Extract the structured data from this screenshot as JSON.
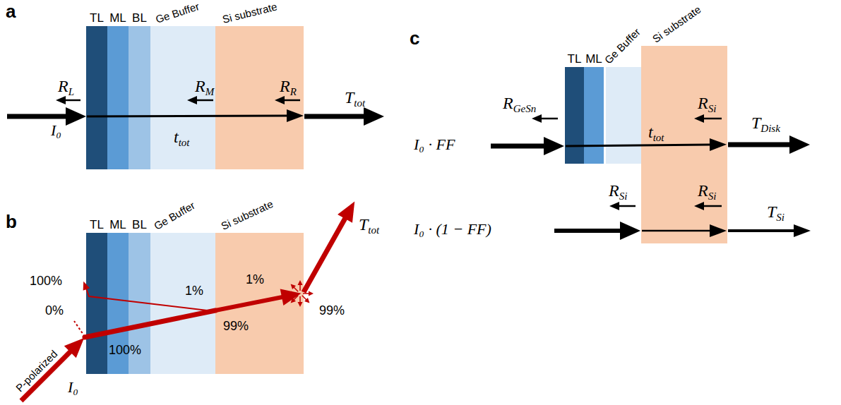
{
  "diagram": {
    "nodes": [
      {
        "text": [
          "TL"
        ]
      },
      {
        "text": [
          "ML"
        ]
      },
      {
        "text": [
          "BL"
        ]
      },
      {
        "text": [
          "Ge Buffer"
        ]
      },
      {
        "text": [
          "Si substrate"
        ]
      },
      {
        "text": [
          "TL"
        ]
      },
      {
        "text": [
          "ML"
        ]
      },
      {
        "text": [
          "BL"
        ]
      },
      {
        "text": [
          "Ge Buffer"
        ]
      },
      {
        "text": [
          "Si substrate"
        ]
      },
      {
        "text": [
          "TL"
        ]
      },
      {
        "text": [
          "ML"
        ]
      },
      {
        "text": [
          "Ge Buffer"
        ]
      },
      {
        "text": [
          "Si substrate"
        ]
      }
    ],
    "labels": [
      "a",
      "RL",
      "RM",
      "RR",
      "Ttot",
      "I₀",
      "ttot",
      "b",
      "Ttot",
      "100%",
      "0%",
      "1%",
      "100%",
      "1%",
      "99%",
      "99%",
      "P-polarized",
      "I₀",
      "c",
      "RGeSn",
      "ttot",
      "RSi",
      "TDisk",
      "I₀ · FF",
      "RSi",
      "RSi",
      "TSi",
      "I₀ · (1 − FF)"
    ]
  }
}
